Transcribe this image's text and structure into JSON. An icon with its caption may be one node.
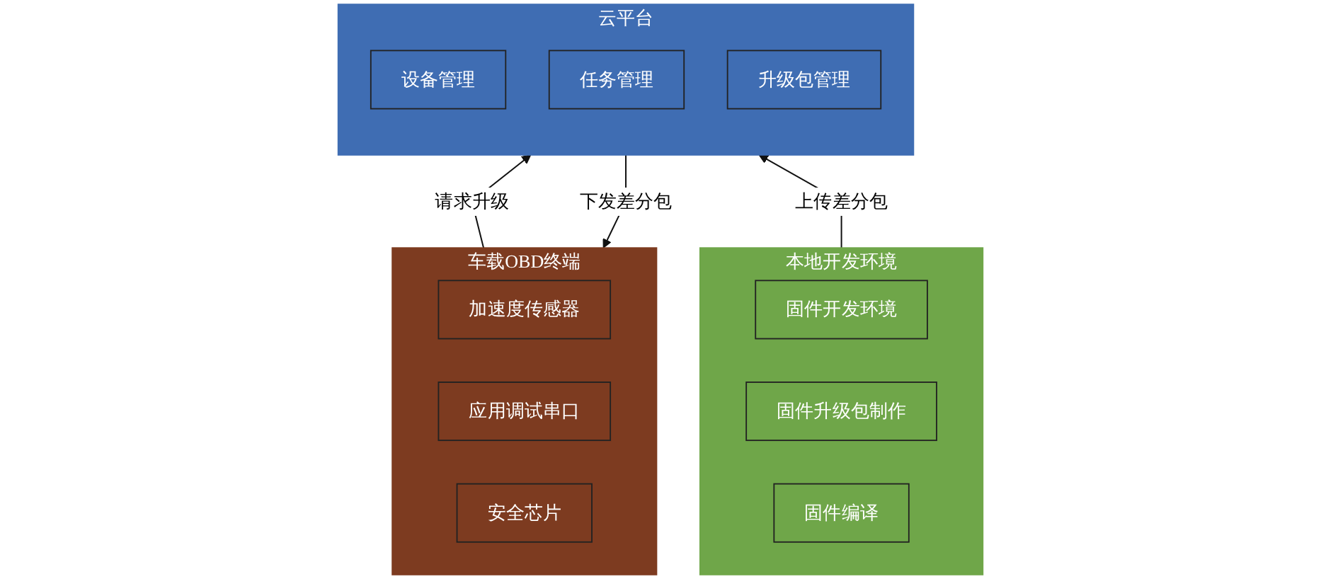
{
  "diagram": {
    "nodes": [
      {
        "text": [
          "云平台"
        ]
      },
      {
        "text": [
          "设备管理"
        ],
        "in": 0
      },
      {
        "text": [
          "任务管理"
        ],
        "in": 0
      },
      {
        "text": [
          "升级包管理"
        ],
        "in": 0
      },
      {
        "text": [
          "车载OBD终端"
        ]
      },
      {
        "text": [
          "加速度传感器"
        ],
        "in": 4
      },
      {
        "text": [
          "应用调试串口"
        ],
        "in": 4
      },
      {
        "text": [
          "安全芯片"
        ],
        "in": 4
      },
      {
        "text": [
          "本地开发环境"
        ]
      },
      {
        "text": [
          "固件开发环境"
        ],
        "in": 8
      },
      {
        "text": [
          "固件升级包制作"
        ],
        "in": 8
      },
      {
        "text": [
          "固件编译"
        ],
        "in": 8
      }
    ],
    "edges": [
      {
        "from": 4,
        "to": 0,
        "arrow": "to",
        "label": "请求升级"
      },
      {
        "from": 0,
        "to": 4,
        "arrow": "to",
        "label": "下发差分包"
      },
      {
        "from": 8,
        "to": 0,
        "arrow": "to",
        "label": "上传差分包"
      }
    ]
  }
}
